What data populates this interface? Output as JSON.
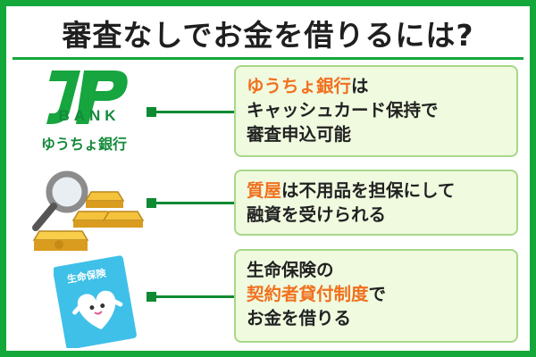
{
  "title": "審査なしでお金を借りるには?",
  "logo": {
    "mark": "JP",
    "bank_label": "BANK",
    "name": "ゆうちょ銀行",
    "color": "#148a3a"
  },
  "items": [
    {
      "icon": "jp-bank-logo-icon",
      "highlight": "ゆうちょ銀行",
      "after_highlight": "は",
      "line2": "キャッシュカード保持で",
      "line3": "審査申込可能"
    },
    {
      "icon": "gold-bars-magnifier-icon",
      "highlight": "質屋",
      "after_highlight": "は不用品を担保にして",
      "line2": "融資を受けられる"
    },
    {
      "icon": "life-insurance-card-icon",
      "line1": "生命保険の",
      "highlight": "契約者貸付制度",
      "after_highlight": "で",
      "line3": "お金を借りる",
      "card_label": "生命保険"
    }
  ],
  "colors": {
    "frame": "#14a83b",
    "box_bg": "#effadf",
    "box_border": "#a7d88a",
    "highlight": "#f1701e",
    "connector": "#0f8a32"
  }
}
